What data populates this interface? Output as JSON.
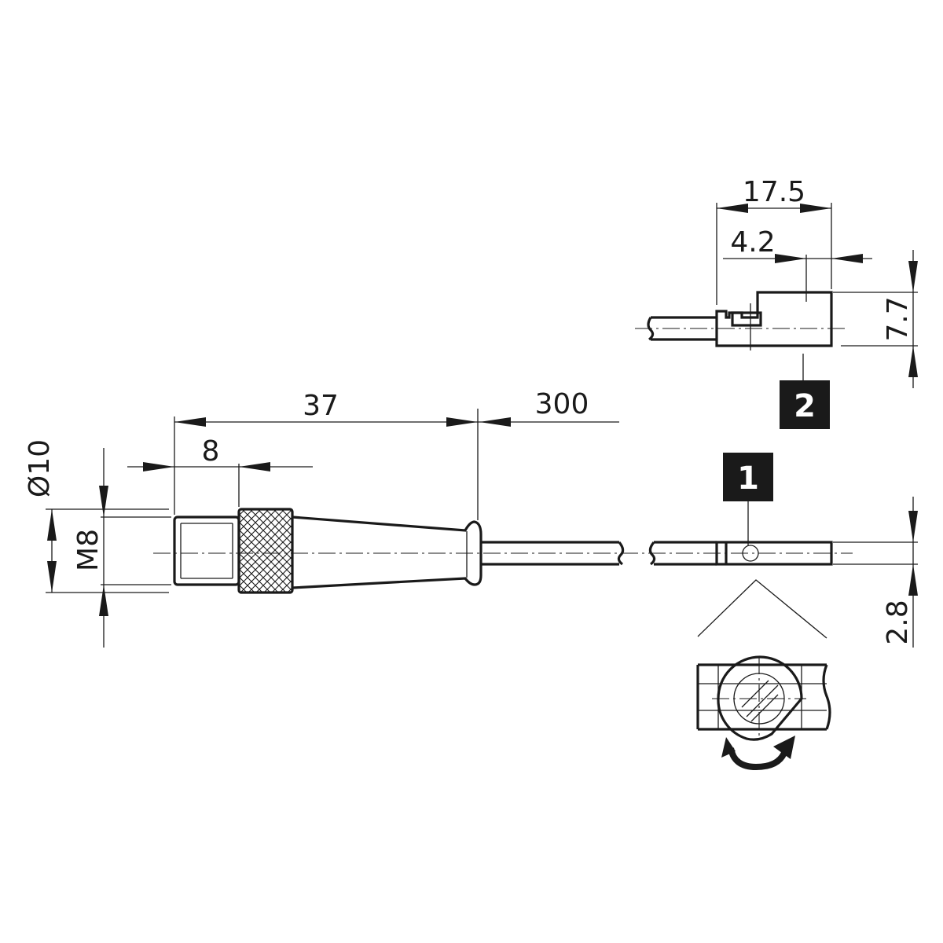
{
  "dimensions": {
    "overall_length": "37",
    "thread_length": "8",
    "cable_length": "300",
    "body_diameter": "Ø10",
    "thread_size": "M8",
    "sensor_width": "17.5",
    "sensor_offset": "4.2",
    "sensor_height": "7.7",
    "sensor_thickness": "2.8"
  },
  "callouts": {
    "item_1": "1",
    "item_2": "2"
  },
  "colors": {
    "line": "#1a1a1a",
    "background": "#ffffff",
    "callout_fill": "#1a1a1a"
  }
}
